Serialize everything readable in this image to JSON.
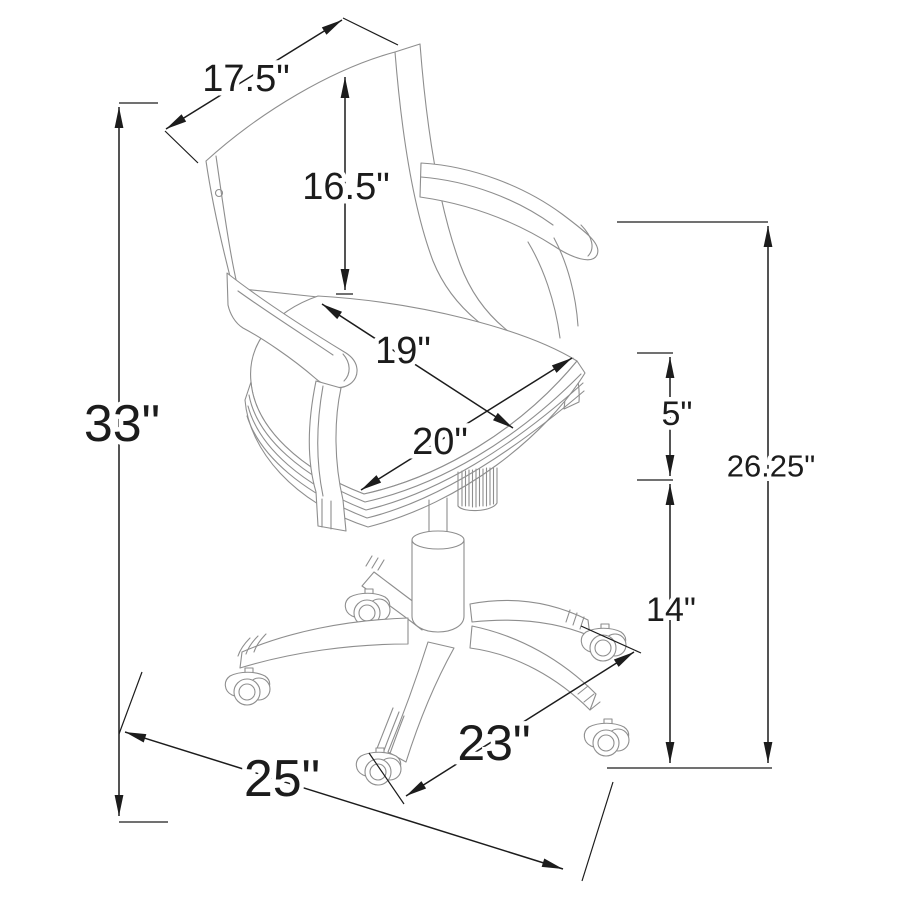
{
  "page": {
    "title": "Chair Dimensions Diagram"
  },
  "diagram": {
    "subject": "Swivel bankers office chair with casters - line drawing with dimension annotations",
    "unit": "inches",
    "dimensions": {
      "backrest_width": "17.5\"",
      "backrest_height": "16.5\"",
      "seat_depth": "19\"",
      "seat_width": "20\"",
      "overall_height": "33\"",
      "seat_thickness": "5\"",
      "floor_to_arm": "26.25\"",
      "floor_to_seat": "14\"",
      "base_depth": "23\"",
      "base_width": "25\""
    }
  },
  "colors": {
    "background": "#ffffff",
    "chair_line": "#8e8e8e",
    "dimension_line": "#1c1c1c",
    "label_text": "#1c1c1c"
  }
}
